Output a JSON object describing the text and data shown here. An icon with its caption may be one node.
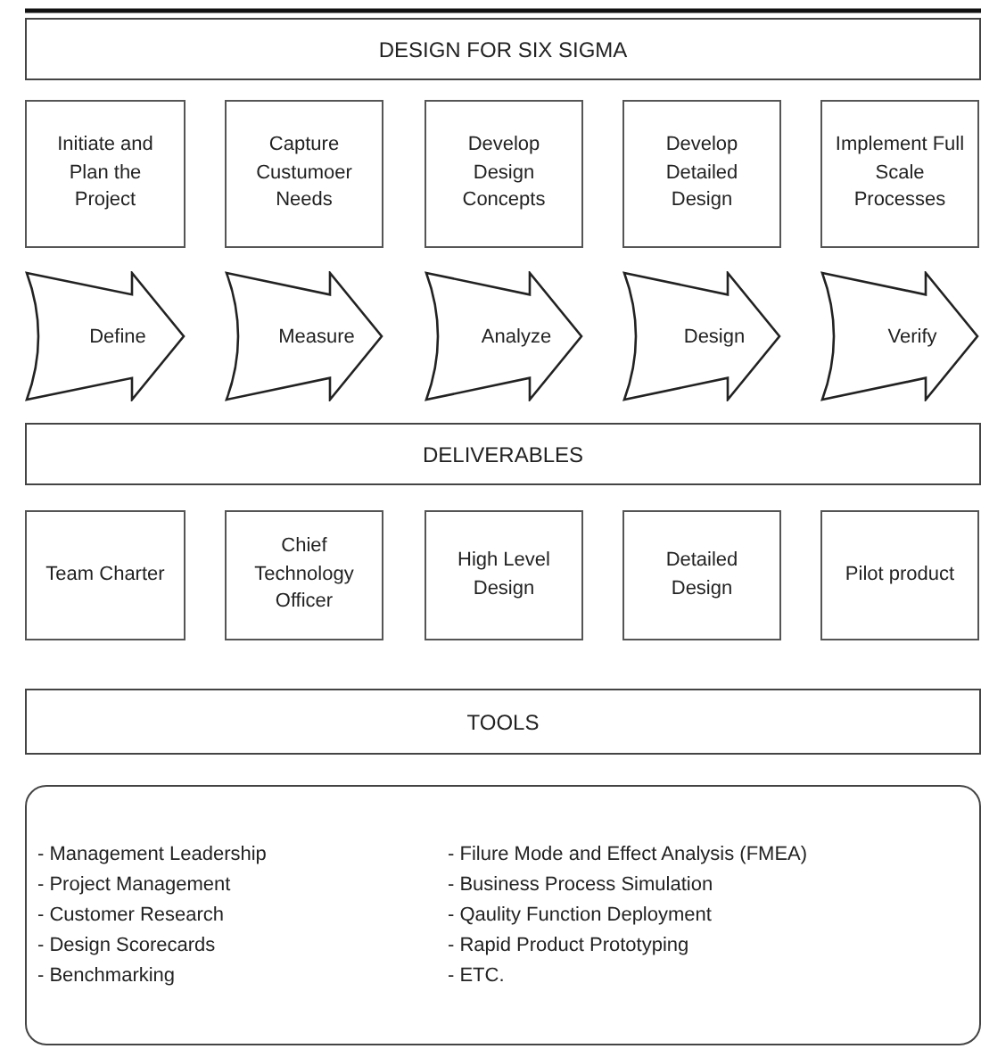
{
  "diagram": {
    "nodes": [
      {
        "text": [
          "DESIGN FOR SIX SIGMA"
        ]
      },
      {
        "text": [
          "Initiate and Plan the Project"
        ]
      },
      {
        "text": [
          "Capture Custumoer Needs"
        ]
      },
      {
        "text": [
          "Develop Design Concepts"
        ]
      },
      {
        "text": [
          "Develop Detailed Design"
        ]
      },
      {
        "text": [
          "Implement Full Scale Processes"
        ]
      },
      {
        "text": [
          "Define"
        ]
      },
      {
        "text": [
          "Measure"
        ]
      },
      {
        "text": [
          "Analyze"
        ]
      },
      {
        "text": [
          "Design"
        ]
      },
      {
        "text": [
          "Verify"
        ]
      },
      {
        "text": [
          "DELIVERABLES"
        ]
      },
      {
        "text": [
          "Team Charter"
        ]
      },
      {
        "text": [
          "Chief Technology Officer"
        ]
      },
      {
        "text": [
          "High Level Design"
        ]
      },
      {
        "text": [
          "Detailed Design"
        ]
      },
      {
        "text": [
          "Pilot product"
        ]
      },
      {
        "text": [
          "TOOLS"
        ]
      },
      {
        "text": [
          "- Management Leadership",
          "- Project Management",
          "- Customer Research",
          "- Design Scorecards",
          "- Benchmarking",
          "- Filure Mode and Effect Analysis (FMEA)",
          "- Business Process Simulation",
          "- Qaulity Function Deployment",
          "- Rapid Product Prototyping",
          "- ETC."
        ]
      }
    ],
    "edges": []
  }
}
